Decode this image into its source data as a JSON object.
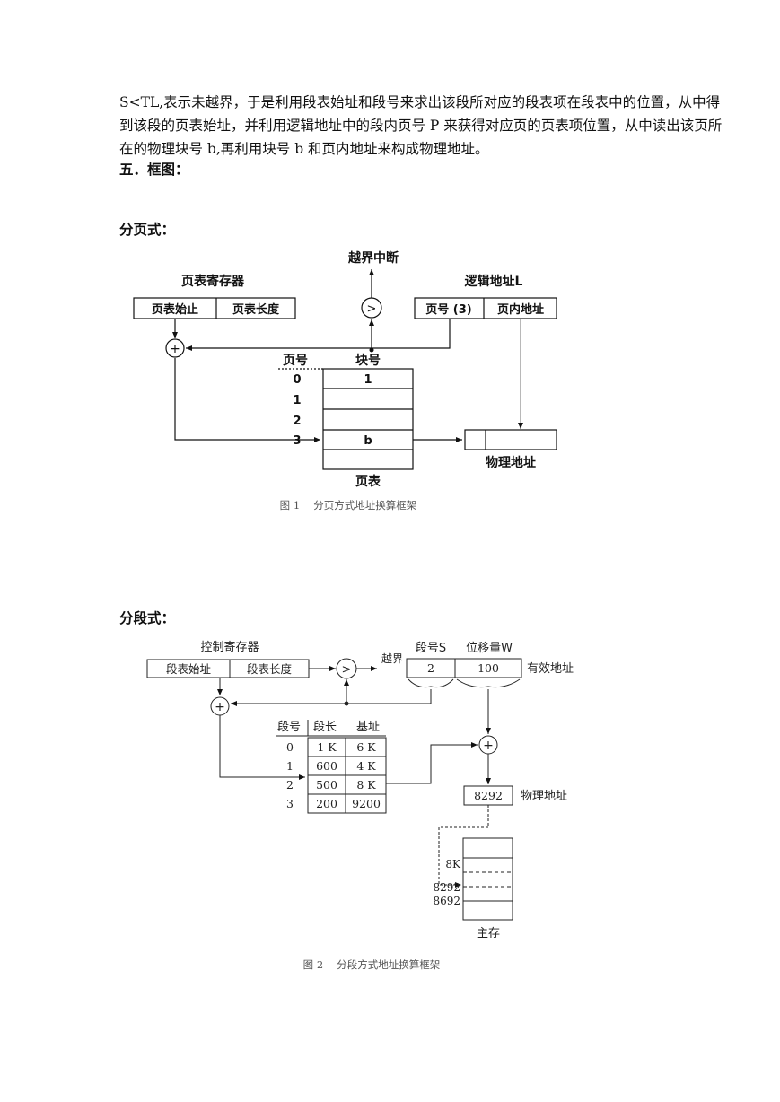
{
  "body_text": "S<TL,表示未越界，于是利用段表始址和段号来求出该段所对应的段表项在段表中的位置，从中得到该段的页表始址，并利用逻辑地址中的段内页号 P 来获得对应页的页表项位置，从中读出该页所在的物理块号 b,再利用块号 b 和页内地址来构成物理地址。",
  "section_heading": "五．框图：",
  "paging": {
    "heading": "分页式：",
    "interrupt_label": "越界中断",
    "register_title": "页表寄存器",
    "reg_start": "页表始止",
    "reg_length": "页表长度",
    "compare_symbol": ">",
    "add_symbol": "+",
    "logical_title": "逻辑地址L",
    "page_num": "页号 (3)",
    "page_offset": "页内地址",
    "col_page": "页号",
    "col_block": "块号",
    "rows": [
      "0",
      "1",
      "2",
      "3"
    ],
    "blocks": [
      "1",
      "",
      "",
      "b",
      ""
    ],
    "table_label": "页表",
    "physical_label": "物理地址",
    "caption": "图 1　 分页方式地址换算框架"
  },
  "segment": {
    "heading": "分段式：",
    "register_title": "控制寄存器",
    "reg_start": "段表始址",
    "reg_length": "段表长度",
    "compare_symbol": ">",
    "add_symbol": "+",
    "overflow_label": "越界",
    "seg_label": "段号S",
    "offset_label": "位移量W",
    "seg_value": "2",
    "offset_value": "100",
    "valid_label": "有效地址",
    "col_seg": "段号",
    "col_len": "段长",
    "col_base": "基址",
    "rows": [
      {
        "seg": "0",
        "len": "1 K",
        "base": "6 K"
      },
      {
        "seg": "1",
        "len": "600",
        "base": "4 K"
      },
      {
        "seg": "2",
        "len": "500",
        "base": "8 K"
      },
      {
        "seg": "3",
        "len": "200",
        "base": "9200"
      }
    ],
    "physical_value": "8292",
    "physical_label": "物理地址",
    "mem_8k": "8K",
    "mem_8292": "8292",
    "mem_8692": "8692",
    "mem_label": "主存",
    "caption": "图 2　 分段方式地址换算框架"
  }
}
